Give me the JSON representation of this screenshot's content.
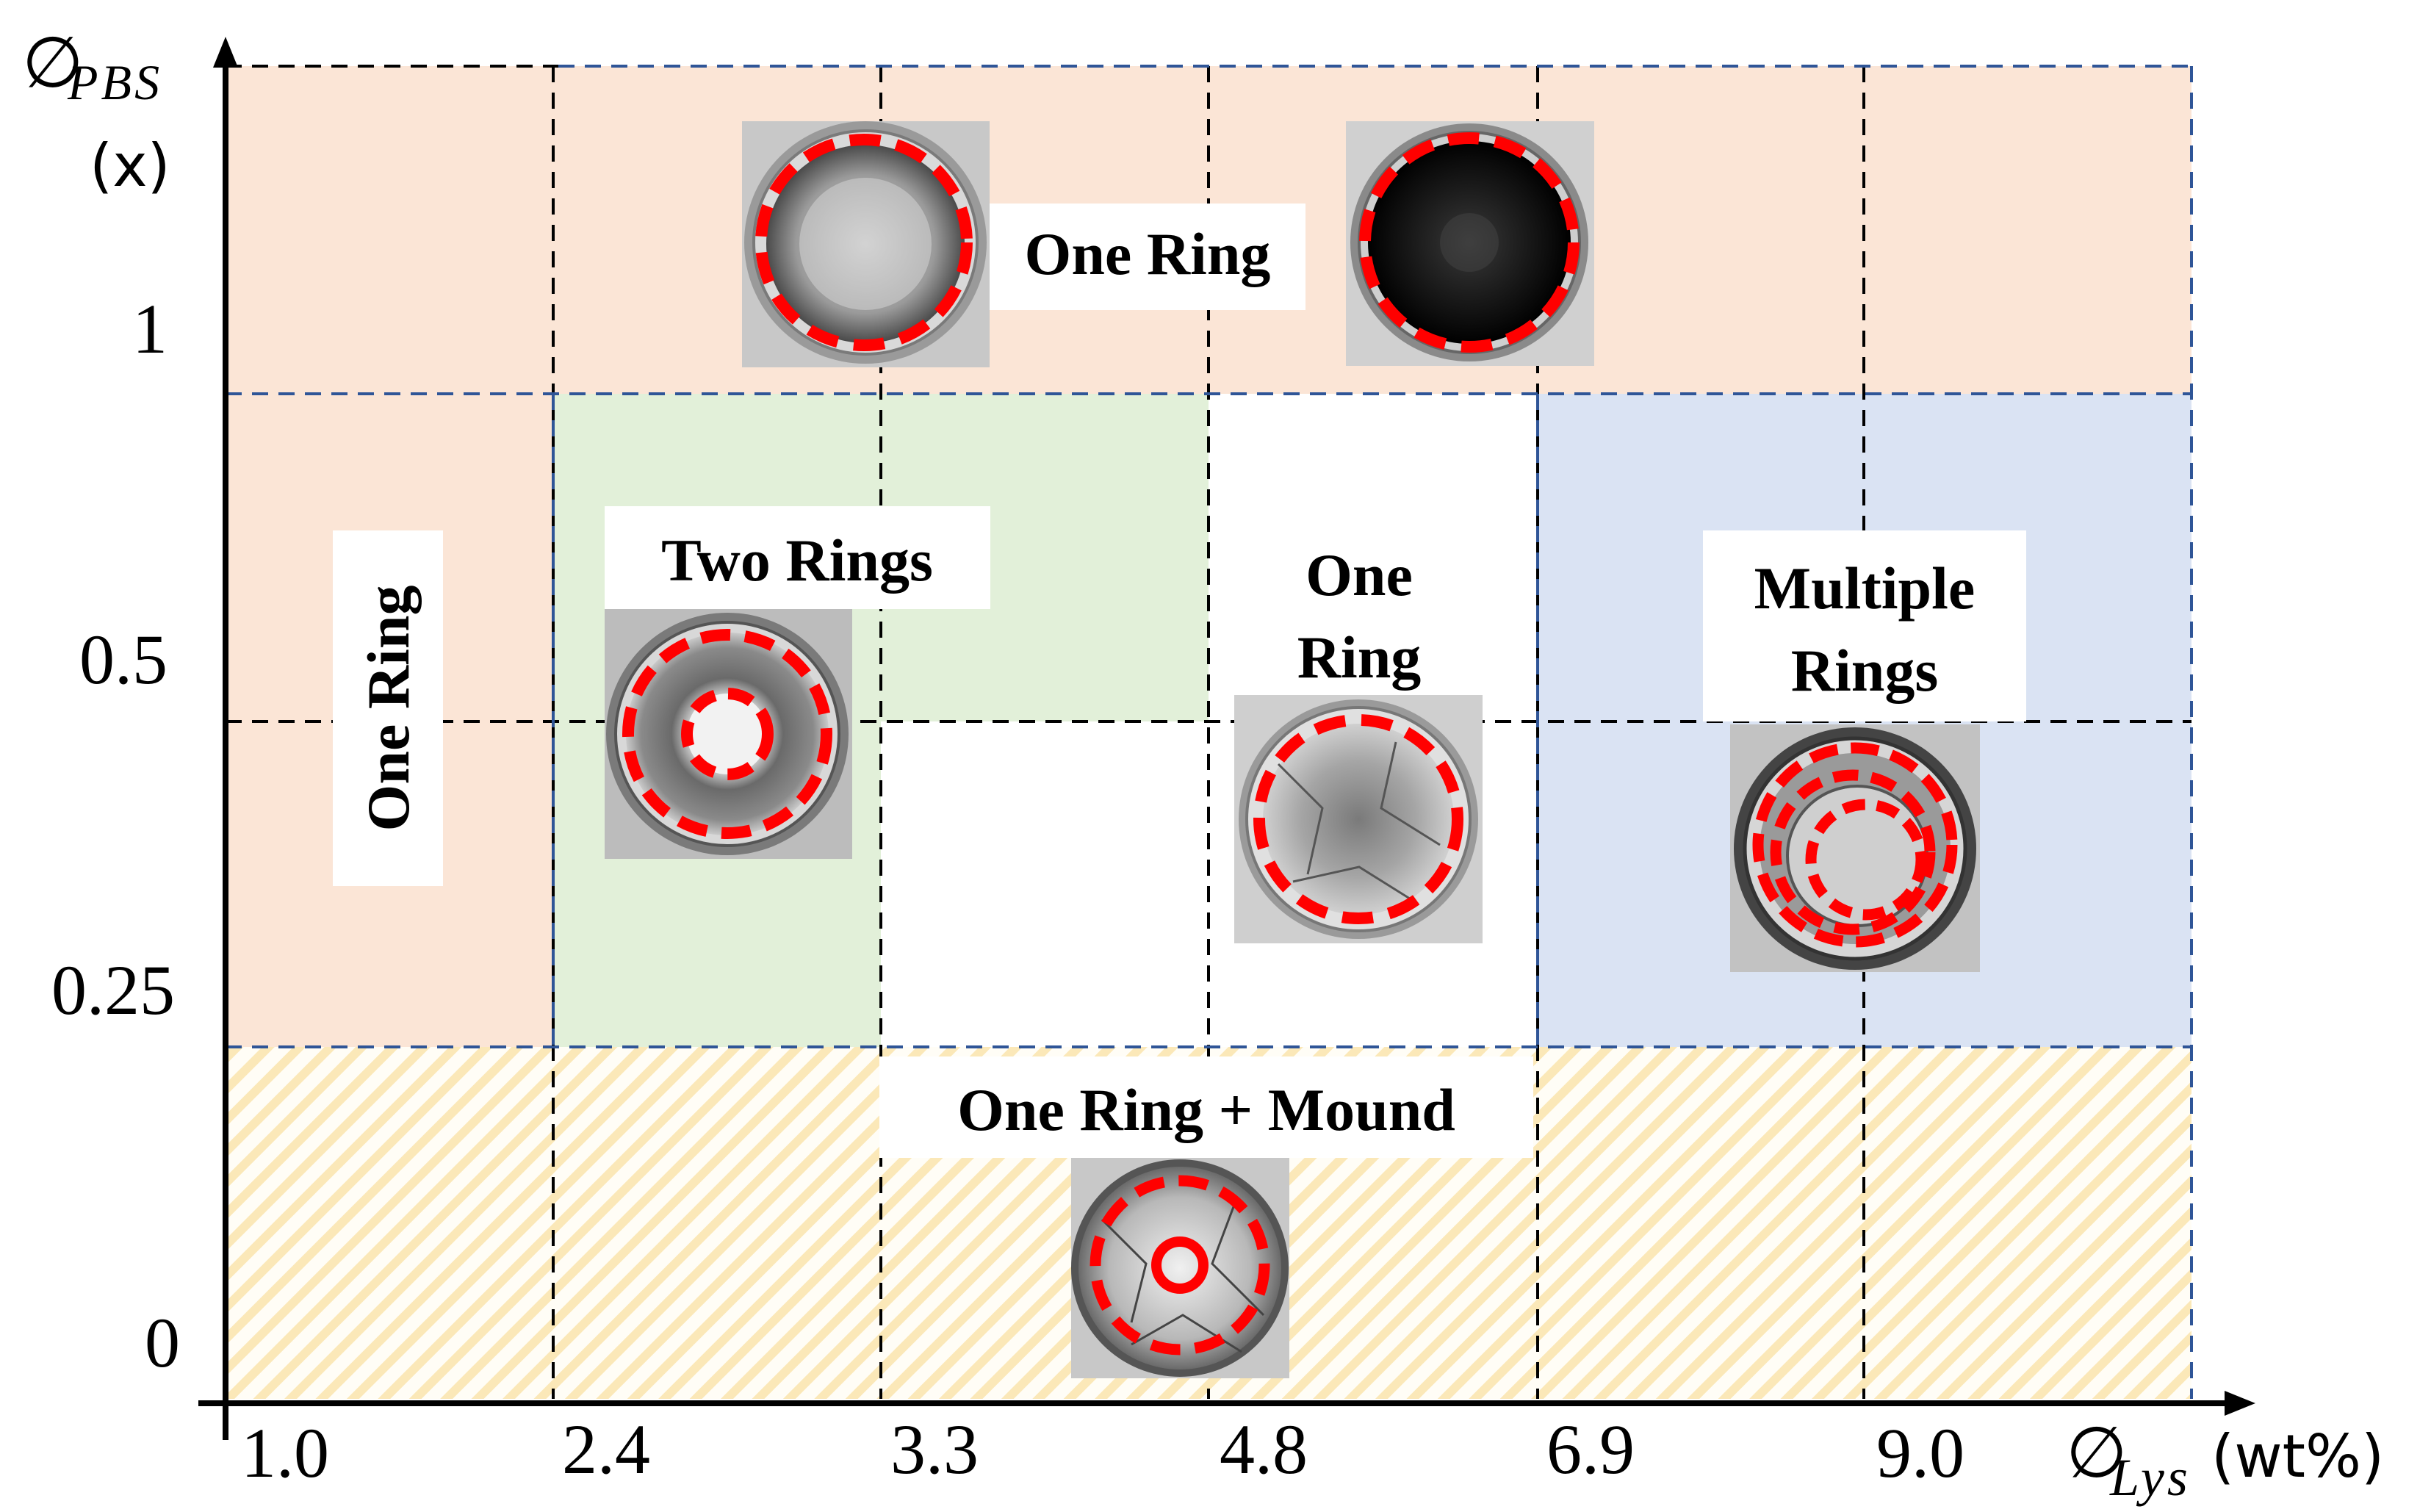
{
  "axes": {
    "y_symbol": "∅",
    "y_subscript": "PBS",
    "y_unit": "(x)",
    "x_symbol": "∅",
    "x_subscript": "Lys",
    "x_unit": "(wt%)",
    "x_ticks": [
      "1.0",
      "2.4",
      "3.3",
      "4.8",
      "6.9",
      "9.0"
    ],
    "y_ticks": [
      "1",
      "0.5",
      "0.25",
      "0"
    ]
  },
  "regions": {
    "top": {
      "label": "One Ring",
      "color": "#fbe5d6"
    },
    "left": {
      "label": "One Ring",
      "color": "#fbe5d6"
    },
    "green": {
      "label": "Two Rings",
      "color": "#e2f0d9"
    },
    "white": {
      "label_line1": "One",
      "label_line2": "Ring",
      "color": "#ffffff"
    },
    "blue": {
      "label_line1": "Multiple",
      "label_line2": "Rings",
      "color": "#dae3f3"
    },
    "bottom": {
      "label": "One Ring + Mound",
      "color": "#fff2cc"
    }
  },
  "colors": {
    "grid_black": "#000000",
    "grid_blue": "#2f5597",
    "ring_marker": "#ff0000"
  },
  "micrographs": [
    {
      "id": "top-left",
      "style": "light-speckled"
    },
    {
      "id": "top-right",
      "style": "dark"
    },
    {
      "id": "two-rings",
      "style": "two-rings"
    },
    {
      "id": "one-ring-mid",
      "style": "cracked-grey"
    },
    {
      "id": "multiple-rings",
      "style": "multiple"
    },
    {
      "id": "mound",
      "style": "mound"
    }
  ]
}
